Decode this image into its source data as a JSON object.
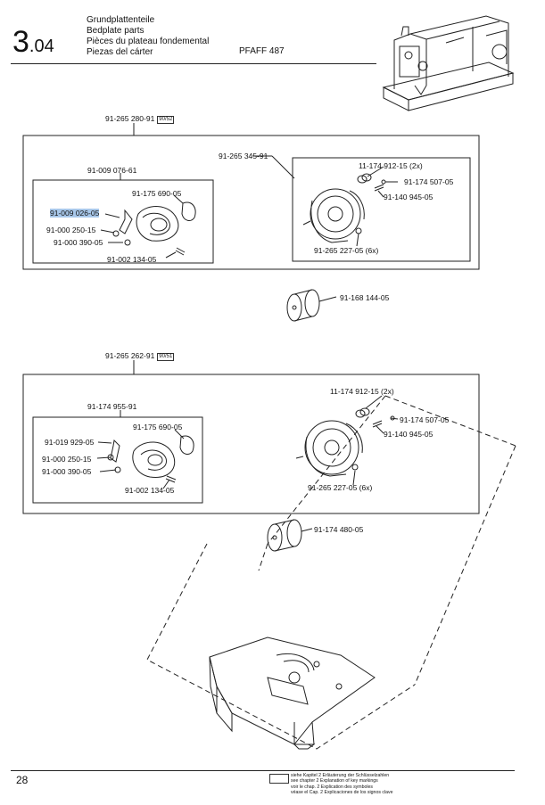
{
  "section": {
    "major": "3",
    "minor": ".04"
  },
  "titles": [
    "Grundplattenteile",
    "Bedplate parts",
    "Pièces du plateau fondemental",
    "Piezas del cárter"
  ],
  "machine": "PFAFF 487",
  "group1": {
    "assembly": "91-265 280-91",
    "tag": "90/52",
    "hook_assembly": "91-265 345-91",
    "sub_assembly": "91-009 076-61",
    "parts": {
      "p1": "91-175 690-05",
      "p2": "91-009 026-05",
      "p3": "91-000 250-15",
      "p4": "91-000 390-05",
      "p5": "91-002 134-05",
      "p6": "11-174 912-15 (2x)",
      "p7": "91-174 507-05",
      "p8": "91-140 945-05",
      "p9": "91-265 227-05 (6x)"
    },
    "bobbin": "91-168 144-05"
  },
  "group2": {
    "assembly": "91-265 262-91",
    "tag": "90/51",
    "sub_assembly": "91-174 955-91",
    "parts": {
      "p1": "91-175 690-05",
      "p2": "91-019 929-05",
      "p3": "91-000 250-15",
      "p4": "91-000 390-05",
      "p5": "91-002 134-05",
      "p6": "11-174 912-15 (2x)",
      "p7": "91-174 507-05",
      "p8": "91-140 945-05",
      "p9": "91-265 227-05 (6x)"
    },
    "bobbin": "91-174 480-05"
  },
  "page_number": "28",
  "legend_lines": [
    "siehe Kapitel 2 Erläuterung der Schlüsselzahlen",
    "see chapter 2 Explanation of key markings",
    "voir le chap. 2 Explication des symboles",
    "véase el Cap. 2 Explicaciones de los signos clave"
  ]
}
